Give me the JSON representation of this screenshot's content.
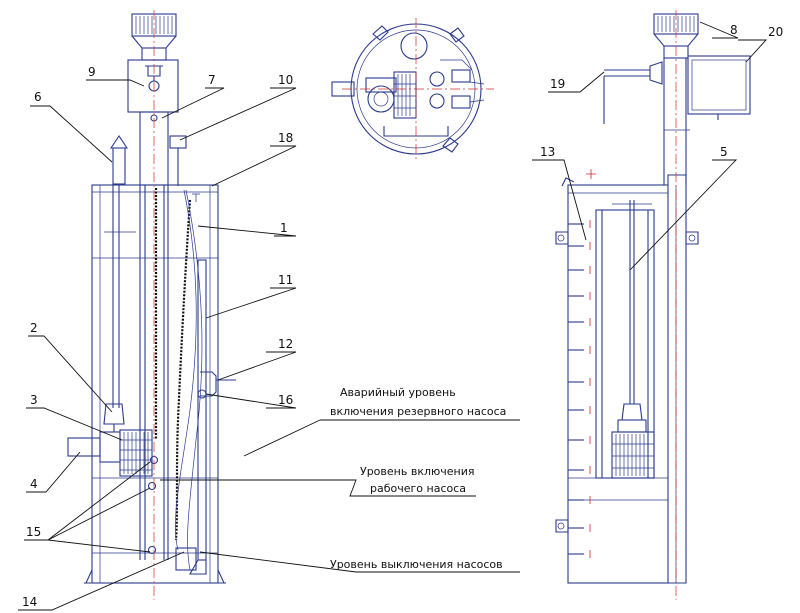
{
  "labels": {
    "l1": "1",
    "l2": "2",
    "l3": "3",
    "l4": "4",
    "l5": "5",
    "l6": "6",
    "l7": "7",
    "l8": "8",
    "l9": "9",
    "l10": "10",
    "l11": "11",
    "l12": "12",
    "l13": "13",
    "l14": "14",
    "l15": "15",
    "l16": "16",
    "l18": "18",
    "l19": "19",
    "l20": "20"
  },
  "captions": {
    "emergency_line1": "Аварийный уровень",
    "emergency_line2": "включения резервного насоса",
    "working_line1": "Уровень включения",
    "working_line2": "рабочего насоса",
    "off_level": "Уровень выключения насосов"
  },
  "colors": {
    "drawing": "#2b3a8c",
    "axis": "#d42c2c",
    "leader": "#111111"
  }
}
